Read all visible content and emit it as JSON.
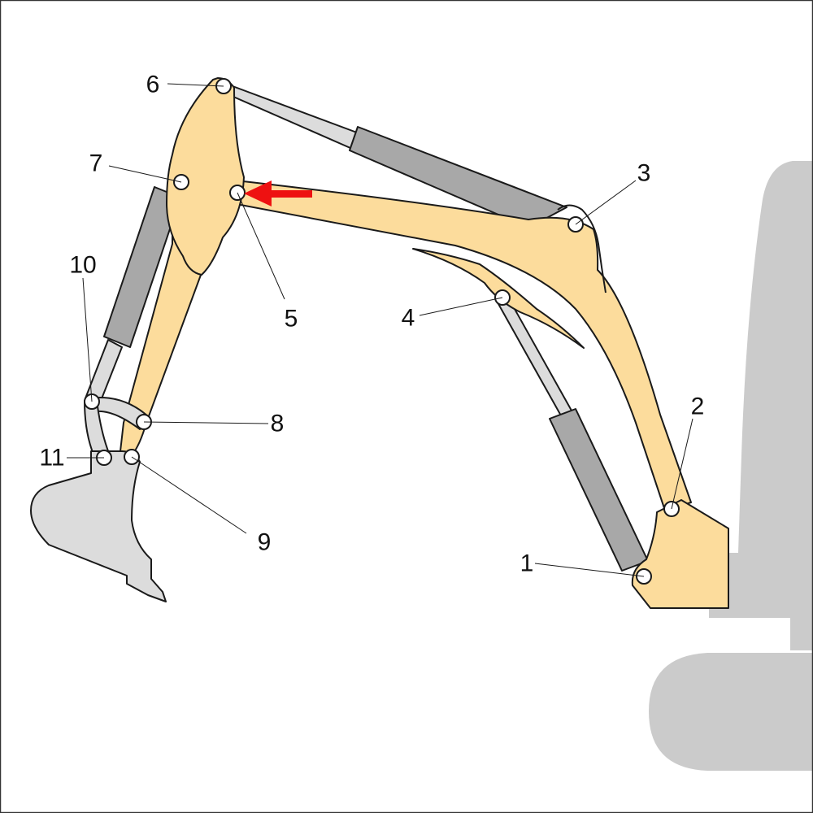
{
  "colors": {
    "arm": "#fcdc9c",
    "outline": "#1a1a1a",
    "cylinder_barrel": "#a8a8a8",
    "cylinder_rod": "#dcdcdc",
    "bucket": "#dcdcdc",
    "machine_body": "#cbcbcb",
    "arrow": "#ee1111",
    "border": "#333333"
  },
  "pivots": [
    {
      "id": "1",
      "label": "1"
    },
    {
      "id": "2",
      "label": "2"
    },
    {
      "id": "3",
      "label": "3"
    },
    {
      "id": "4",
      "label": "4"
    },
    {
      "id": "5",
      "label": "5"
    },
    {
      "id": "6",
      "label": "6"
    },
    {
      "id": "7",
      "label": "7"
    },
    {
      "id": "8",
      "label": "8"
    },
    {
      "id": "9",
      "label": "9"
    },
    {
      "id": "10",
      "label": "10"
    },
    {
      "id": "11",
      "label": "11"
    }
  ],
  "arrow_target": "5"
}
